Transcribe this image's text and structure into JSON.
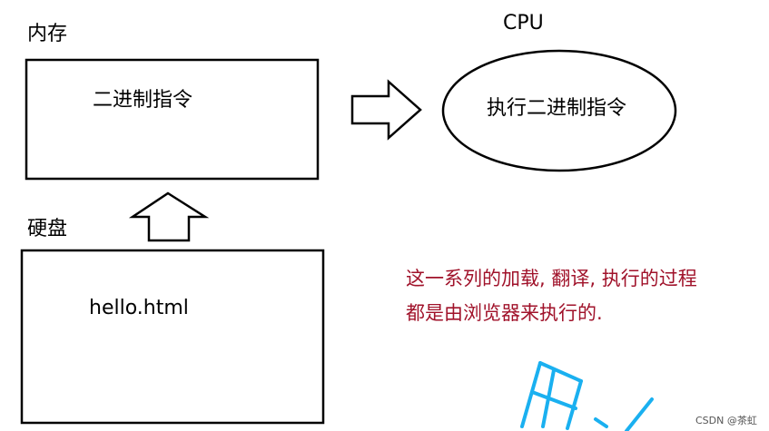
{
  "memory": {
    "label": "内存",
    "content": "二进制指令"
  },
  "cpu": {
    "label": "CPU",
    "content": "执行二进制指令"
  },
  "disk": {
    "label": "硬盘",
    "content": "hello.html"
  },
  "note": {
    "line1": "这一系列的加载, 翻译, 执行的过程",
    "line2": "都是由浏览器来执行的.",
    "color": "#a0122a"
  },
  "credit": "CSDN @茶虹",
  "watermark_color": "#1ab0f0"
}
